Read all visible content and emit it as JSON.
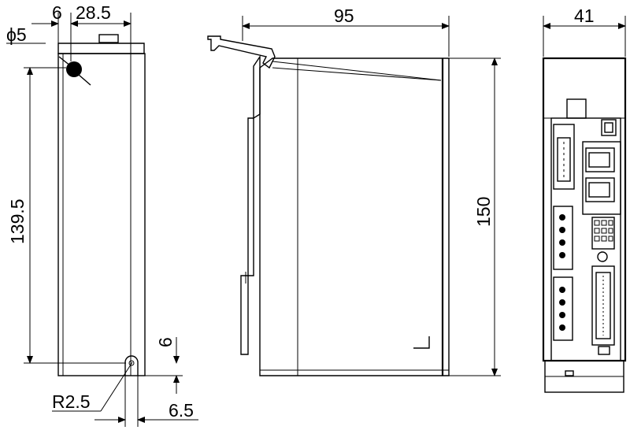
{
  "dimensions": {
    "front_hole_offset": "6",
    "front_width": "28.5",
    "hole_diameter": "ϕ5",
    "front_height": "139.5",
    "slot_height": "6",
    "slot_radius": "R2.5",
    "slot_offset": "6.5",
    "side_depth": "95",
    "side_height": "150",
    "rear_width": "41"
  }
}
